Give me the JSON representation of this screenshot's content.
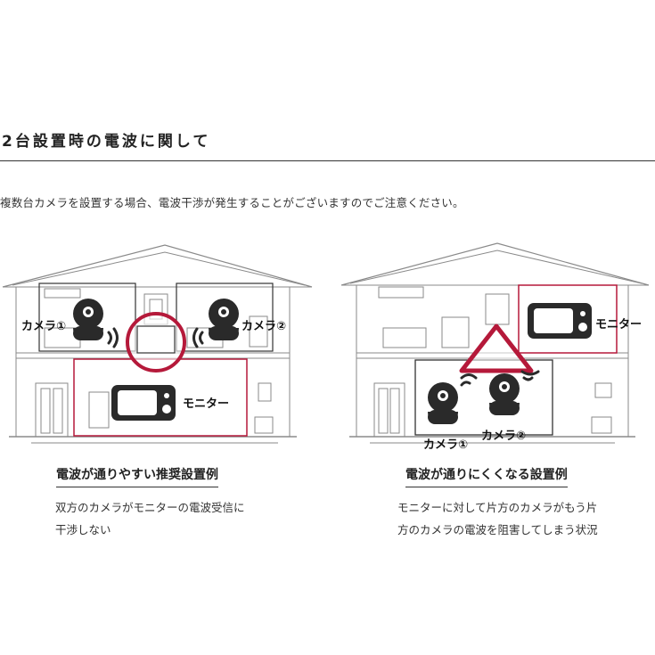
{
  "heading": "2台設置時の電波に関して",
  "intro": "複数台カメラを設置する場合、電波干渉が発生することがございますのでご注意ください。",
  "left": {
    "camera1_label": "カメラ①",
    "camera2_label": "カメラ②",
    "monitor_label": "モニター",
    "caption_title": "電波が通りやすい推奨設置例",
    "caption_lines": [
      "双方のカメラがモニターの電波受信に",
      "干渉しない"
    ]
  },
  "right": {
    "monitor_label": "モニター",
    "camera1_label": "カメラ①",
    "camera2_label": "カメラ②",
    "caption_title": "電波が通りにくくなる設置例",
    "caption_lines": [
      "モニターに対して片方のカメラがもう片",
      "方のカメラの電波を阻害してしまう状況"
    ]
  },
  "colors": {
    "accent_red": "#b5193a",
    "device_dark": "#2a2a2a",
    "line_gray": "#8a8a8a"
  }
}
